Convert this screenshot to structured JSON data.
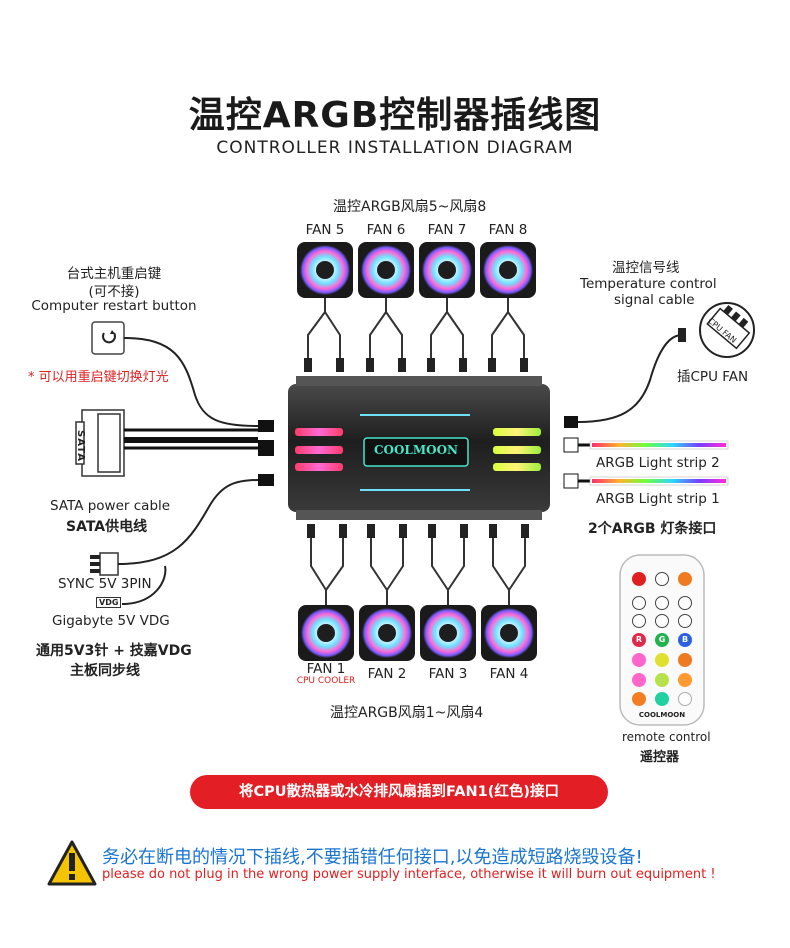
{
  "header": {
    "title": "温控ARGB控制器插线图",
    "subtitle": "CONTROLLER INSTALLATION DIAGRAM"
  },
  "top_fans": {
    "group_label": "温控ARGB风扇5~风扇8",
    "labels": [
      "FAN 5",
      "FAN 6",
      "FAN 7",
      "FAN 8"
    ]
  },
  "bottom_fans": {
    "group_label": "温控ARGB风扇1~风扇4",
    "labels": [
      "FAN 1",
      "FAN 2",
      "FAN 3",
      "FAN 4"
    ],
    "fan1_note": "CPU COOLER"
  },
  "restart": {
    "cn": "台式主机重启键",
    "cn_note": "(可不接)",
    "en": "Computer restart button",
    "tip": "* 可以用重启键切换灯光"
  },
  "sata": {
    "connector_text": "SATA",
    "en": "SATA power cable",
    "cn": "SATA供电线"
  },
  "sync": {
    "en1": "SYNC 5V 3PIN",
    "vdg_tag": "VDG",
    "en2": "Gigabyte 5V VDG",
    "cn1": "通用5V3针 + 技嘉VDG",
    "cn2": "主板同步线"
  },
  "temp": {
    "cn": "温控信号线",
    "en1": "Temperature control",
    "en2": "signal cable",
    "plug_text": "CPU FAN",
    "plug_label": "插CPU FAN"
  },
  "strips": {
    "strip2": "ARGB Light strip 2",
    "strip1": "ARGB Light strip 1",
    "cn": "2个ARGB 灯条接口"
  },
  "hub": {
    "brand": "COOLMOON"
  },
  "remote": {
    "brand": "COOLMOON",
    "en": "remote control",
    "cn": "遥控器",
    "rgb_buttons": [
      "R",
      "G",
      "B"
    ],
    "color_rows": [
      [
        "#e0294a",
        "#22b14c",
        "#2a62e0"
      ],
      [
        "#f0508a",
        "#e0e030",
        "#f07a20"
      ],
      [
        "#ff66cc",
        "#b8e04a",
        "#ff9a30"
      ],
      [
        "#f57c20",
        "#22d0a0",
        "#ffffff"
      ]
    ]
  },
  "notice": {
    "pill": "将CPU散热器或水冷排风扇插到FAN1(红色)接口",
    "warn_cn": "务必在断电的情况下插线,不要插错任何接口,以免造成短路烧毁设备!",
    "warn_en": "please do not plug in the wrong power supply interface, otherwise it will burn out equipment !"
  },
  "colors": {
    "accent_red": "#e31e24",
    "warn_blue": "#1a75d2",
    "hub_dark": "#2b2b2b",
    "warning_yellow": "#f5c400"
  }
}
